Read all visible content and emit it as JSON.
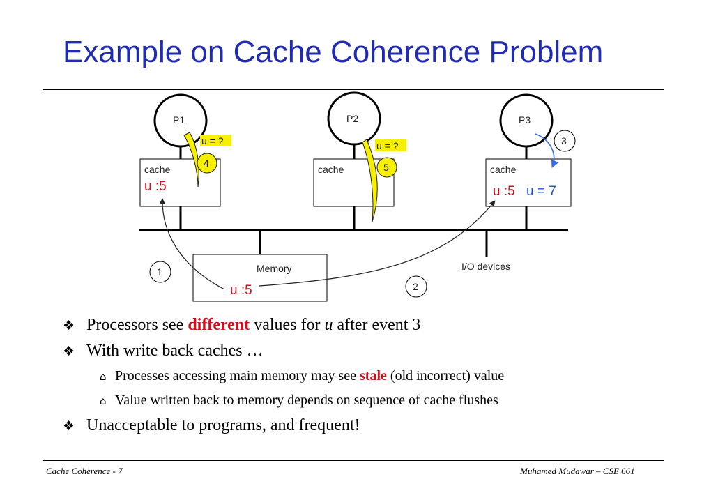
{
  "title": "Example on Cache Coherence Problem",
  "diagram": {
    "processors": [
      "P1",
      "P2",
      "P3"
    ],
    "cache_label": "cache",
    "p1_cache_value": "u :5",
    "p3_cache_value_old": "u :5",
    "p3_cache_value_new": "u = 7",
    "memory_label": "Memory",
    "memory_value": "u :5",
    "io_label": "I/O devices",
    "read_tag": "u = ?",
    "events": [
      "1",
      "2",
      "3",
      "4",
      "5"
    ],
    "colors": {
      "value_red": "#d1101b",
      "value_blue": "#1f4fd8",
      "event_yellow": "#f6f000",
      "write_arrow": "#3a6ae8"
    }
  },
  "bullets": {
    "b1_pre": "Processors see ",
    "b1_hl": "different",
    "b1_mid": " values for ",
    "b1_var": "u",
    "b1_post": " after event 3",
    "b2": "With write back caches …",
    "b2a_pre": "Processes accessing main memory may see ",
    "b2a_hl": "stale",
    "b2a_post": " (old incorrect) value",
    "b2b": "Value written back to memory depends on sequence of cache flushes",
    "b3": "Unacceptable to programs, and frequent!",
    "marker_main": "❖",
    "marker_sub": "⌂"
  },
  "footer": {
    "left": "Cache Coherence - 7",
    "right": "Muhamed Mudawar – CSE 661"
  }
}
